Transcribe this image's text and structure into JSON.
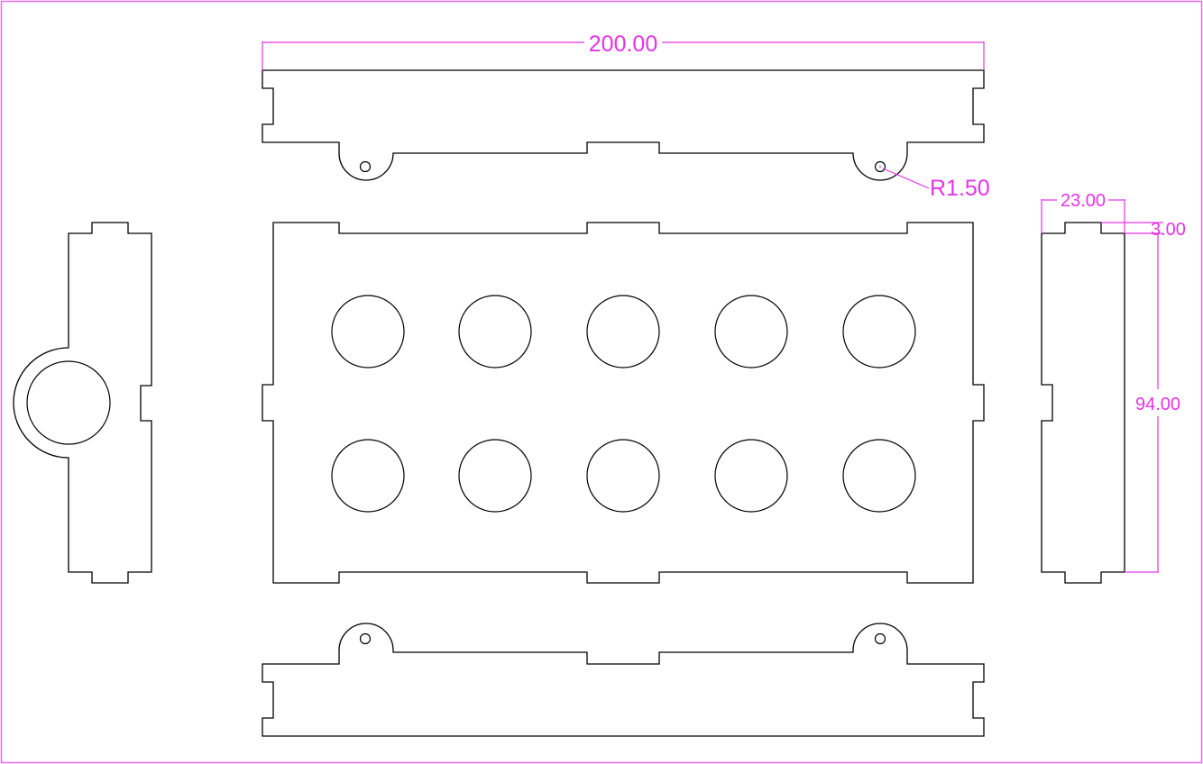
{
  "drawing": {
    "type": "laser-cut box panel layout",
    "colors": {
      "outline": "#000000",
      "dimension": "#e633e6",
      "frame": "#e633e6",
      "background": "#ffffff"
    },
    "parts": [
      {
        "name": "top-side-panel",
        "features": [
          "finger-joint edges",
          "2 hanging tabs with R1.50 holes"
        ]
      },
      {
        "name": "left-end-panel",
        "features": [
          "finger-joint tabs",
          "semicircular boss with large round hole"
        ]
      },
      {
        "name": "base-panel",
        "features": [
          "finger-joint edges",
          "10 round holes in 2 rows of 5"
        ]
      },
      {
        "name": "right-end-panel",
        "features": [
          "finger-joint tabs"
        ]
      },
      {
        "name": "bottom-side-panel",
        "features": [
          "finger-joint edges",
          "2 hanging tabs with holes"
        ]
      }
    ]
  },
  "dimensions": {
    "overall_width": "200.00",
    "hole_radius": "R1.50",
    "end_panel_width": "23.00",
    "material_thickness": "3.00",
    "end_panel_height": "94.00"
  }
}
